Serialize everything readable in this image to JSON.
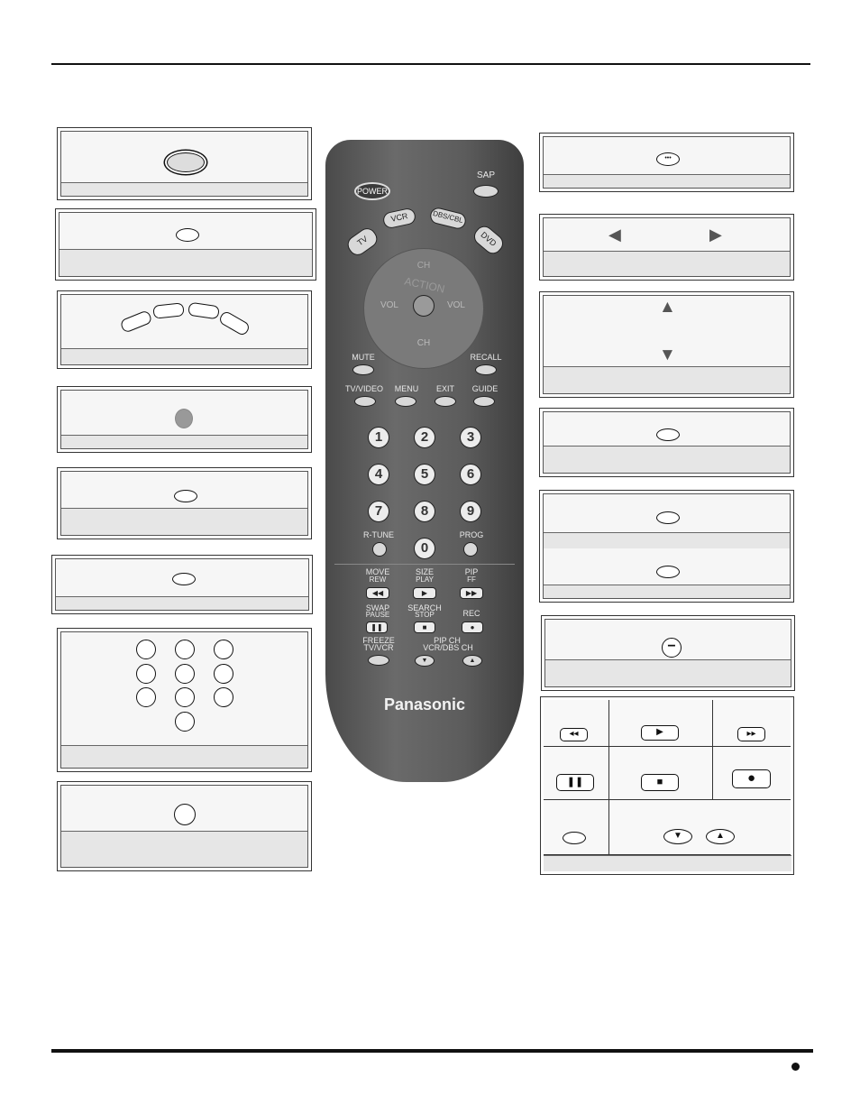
{
  "page": {
    "bullet": "•"
  },
  "remote": {
    "power_label": "POWER",
    "sap_label": "SAP",
    "mode_buttons": [
      "TV",
      "VCR",
      "DBS/CBL",
      "DVD"
    ],
    "ch_up_label": "CH",
    "ch_down_label": "CH",
    "action_label": "ACTION",
    "vol_left_label": "VOL",
    "vol_right_label": "VOL",
    "mute_label": "MUTE",
    "recall_label": "RECALL",
    "tvvideo_label": "TV/VIDEO",
    "menu_label": "MENU",
    "exit_label": "EXIT",
    "guide_label": "GUIDE",
    "digits": [
      "1",
      "2",
      "3",
      "4",
      "5",
      "6",
      "7",
      "8",
      "9"
    ],
    "zero": "0",
    "rtune_label": "R-TUNE",
    "prog_label": "PROG",
    "move_label": "MOVE",
    "rew_label": "REW",
    "size_label": "SIZE",
    "play_label": "PLAY",
    "pip_label": "PIP",
    "ff_label": "FF",
    "swap_label": "SWAP",
    "pause_label": "PAUSE",
    "search_label": "SEARCH",
    "stop_label": "STOP",
    "rec_label": "REC",
    "freeze_label": "FREEZE",
    "tvvcr_label": "TV/VCR",
    "pipch_label": "PIP CH",
    "vcrdbsch_label": "VCR/DBS CH",
    "brand": "Panasonic",
    "rew_symbol": "◀◀",
    "play_symbol": "▶",
    "ff_symbol": "▶▶",
    "pause_symbol": "❚❚",
    "stop_symbol": "■",
    "rec_symbol": "●",
    "down_symbol": "▼",
    "up_symbol": "▲"
  },
  "callouts": {
    "up_arrow": "▲",
    "down_arrow": "▼",
    "left_arrow": "◀",
    "right_arrow": "▶",
    "ellipsis": "•••",
    "minus": "−"
  },
  "vcr_panel": {
    "rew": "◂◂",
    "play": "▶",
    "ff": "▸▸",
    "pause": "❚❚",
    "stop": "■",
    "rec": "●",
    "down": "▼",
    "up": "▲"
  }
}
